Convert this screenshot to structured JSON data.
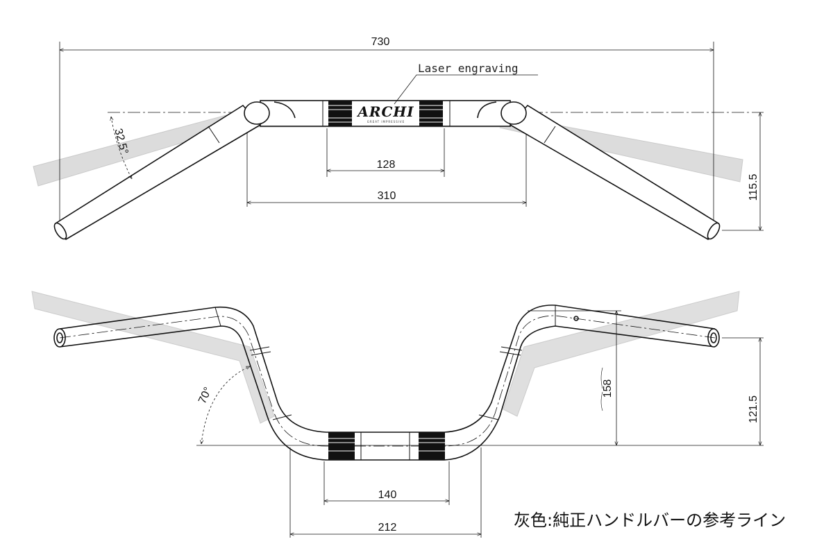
{
  "top_view": {
    "dims": {
      "overall_width": "730",
      "grip_spacing": "310",
      "knurl_span": "128",
      "rise": "115.5",
      "angle": "32.5°"
    },
    "callout": "Laser engraving",
    "logo": "ARCHI",
    "logo_tagline": "GREAT IMPRESSIVE"
  },
  "front_view": {
    "dims": {
      "knurl_span": "140",
      "bottom_width": "212",
      "height": "158",
      "grip_height": "121.5",
      "bend_angle": "70°"
    }
  },
  "legend": "灰色:純正ハンドルバーの参考ライン",
  "colors": {
    "line": "#111111",
    "stock_bar_fill": "#d9d9d9",
    "stock_bar_stroke": "#c4c4c4"
  }
}
